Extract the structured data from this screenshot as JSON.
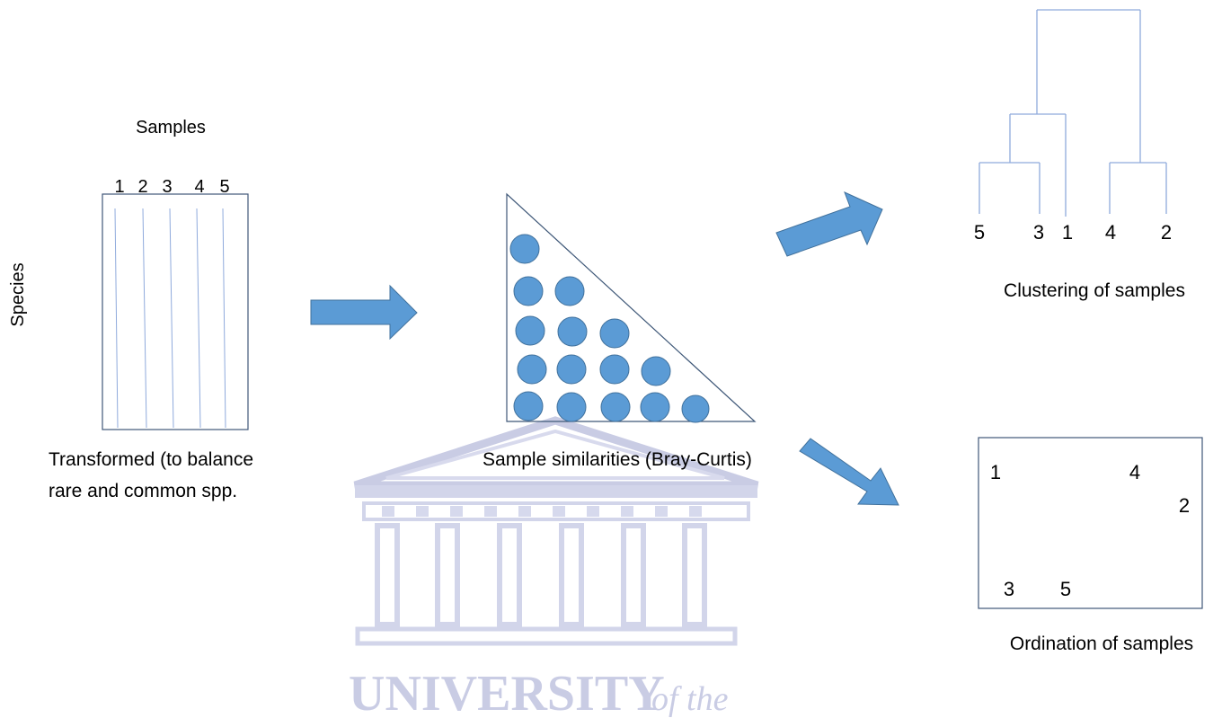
{
  "colors": {
    "accent_blue": "#5b9bd5",
    "line_blue": "#8faadc",
    "dark_outline": "#3f5878",
    "watermark": "#9ea3cf"
  },
  "matrix": {
    "header": "Samples",
    "column_labels": [
      "1",
      "2",
      "3",
      "4",
      "5"
    ],
    "side_label": "Species",
    "caption_line1": "Transformed  (to balance",
    "caption_line2": "rare and common spp."
  },
  "similarity": {
    "caption": "Sample similarities (Bray-Curtis)"
  },
  "clustering": {
    "leaf_labels": [
      "5",
      "3",
      "1",
      "4",
      "2"
    ],
    "caption": "Clustering of samples"
  },
  "ordination": {
    "point_labels": [
      "1",
      "4",
      "2",
      "3",
      "5"
    ],
    "caption": "Ordination of samples"
  },
  "watermark": {
    "line1": "UNIVERSITY",
    "line2": "of the"
  }
}
